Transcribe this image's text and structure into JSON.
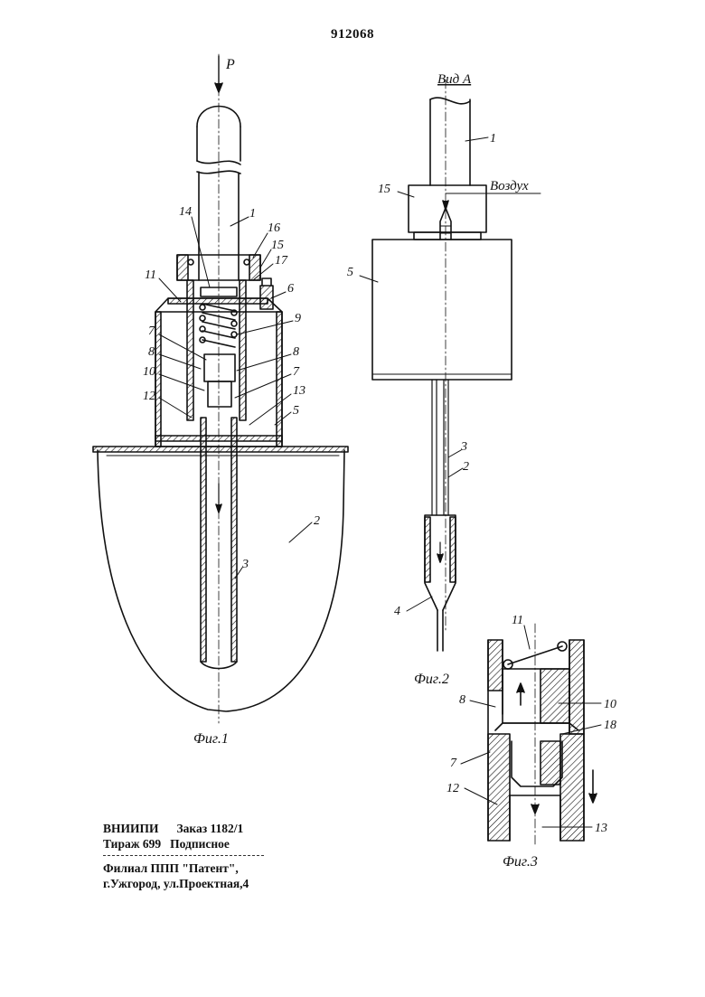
{
  "document": {
    "patent_number": "912068"
  },
  "figures": {
    "fig1": {
      "caption": "Фиг.1",
      "force_label": "P",
      "labels": [
        "14",
        "1",
        "16",
        "15",
        "17",
        "11",
        "6",
        "9",
        "7",
        "8",
        "8",
        "10",
        "7",
        "12",
        "13",
        "5",
        "2",
        "3"
      ]
    },
    "fig2": {
      "caption": "Фиг.2",
      "view_label": "Вид А",
      "air_label": "Воздух",
      "labels": [
        "1",
        "15",
        "5",
        "3",
        "2",
        "4"
      ]
    },
    "fig3": {
      "caption": "Фиг.3",
      "labels": [
        "11",
        "8",
        "10",
        "18",
        "7",
        "12",
        "13"
      ]
    }
  },
  "footer": {
    "org": "ВНИИПИ",
    "order": "Заказ 1182/1",
    "circulation": "Тираж 699",
    "subscription": "Подписное",
    "branch": "Филиал ППП \"Патент\",",
    "address": "г.Ужгород, ул.Проектная,4"
  }
}
